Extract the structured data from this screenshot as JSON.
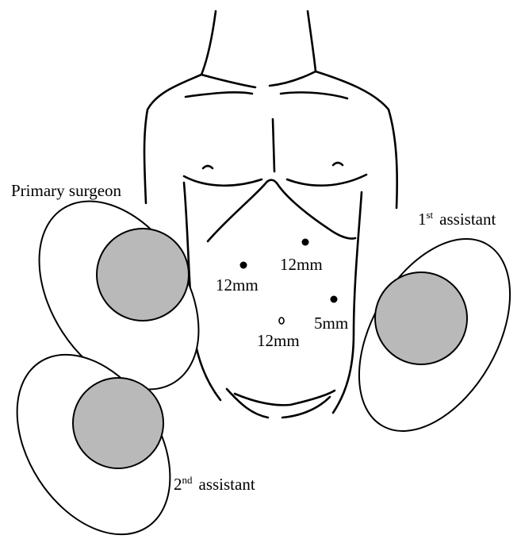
{
  "labels": {
    "primary_surgeon": "Primary surgeon",
    "first_assistant_num": "1",
    "first_assistant_sup": "st",
    "first_assistant_word": "assistant",
    "second_assistant_num": "2",
    "second_assistant_sup": "nd",
    "second_assistant_word": "assistant"
  },
  "ports": {
    "upper_right": "12mm",
    "left": "12mm",
    "right_lower": "5mm",
    "umbilical": "12mm"
  },
  "colors": {
    "line": "#000000",
    "head_fill": "#b9b9b9",
    "body_fill": "#ffffff"
  }
}
